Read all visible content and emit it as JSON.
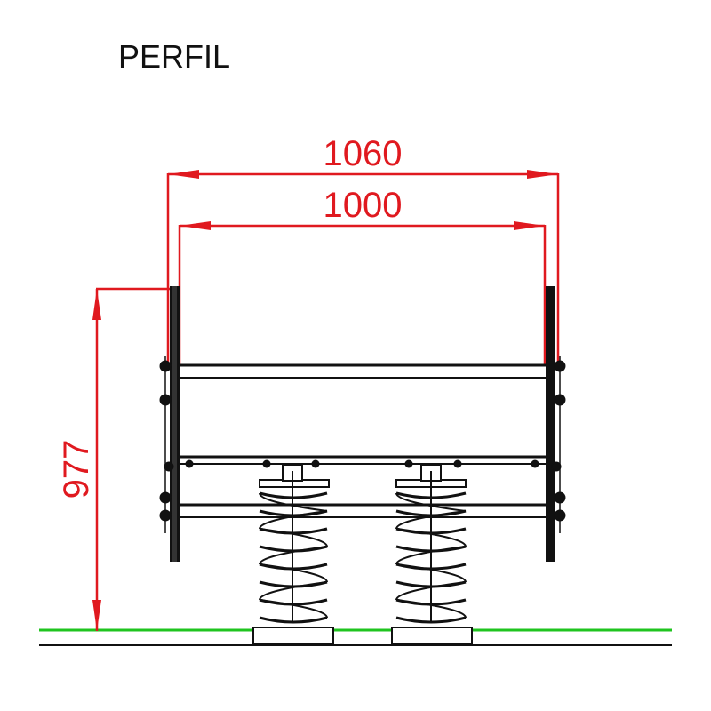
{
  "title": "PERFIL",
  "dimensions": {
    "outer_width": "1060",
    "inner_width": "1000",
    "height": "977"
  },
  "colors": {
    "dimension": "#e0191f",
    "ground": "#1fc41f",
    "line": "#111111",
    "background": "#ffffff"
  }
}
